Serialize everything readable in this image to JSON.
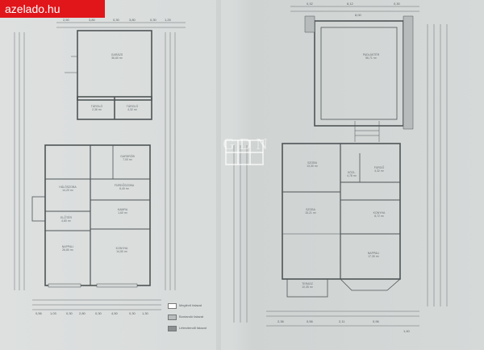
{
  "source_badge": "azelado.hu",
  "watermark": "GDN",
  "left_sheet": {
    "rooms": [
      {
        "key": "garazs",
        "name": "GARÁZS",
        "area": "36,60 m²"
      },
      {
        "key": "tarolo1",
        "name": "TÁROLÓ",
        "area": "2,36 m²"
      },
      {
        "key": "tarolo2",
        "name": "TÁROLÓ",
        "area": "4,32 m²"
      },
      {
        "key": "gardrob",
        "name": "GARDRÓB",
        "area": "7,00 m²"
      },
      {
        "key": "haloszoba",
        "name": "HÁLÓSZOBA",
        "area": "14,20 m²"
      },
      {
        "key": "furdoszoba",
        "name": "FÜRDŐSZOBA",
        "area": "6,40 m²"
      },
      {
        "key": "elotér",
        "name": "ELŐTÉR",
        "area": "4,80 m²"
      },
      {
        "key": "kamra",
        "name": "KAMRA",
        "area": "1,60 m²"
      },
      {
        "key": "nappali",
        "name": "NAPPALI",
        "area": "26,80 m²"
      },
      {
        "key": "konyha",
        "name": "KONYHA",
        "area": "14,50 m²"
      }
    ]
  },
  "right_sheet": {
    "rooms": [
      {
        "key": "padlaster",
        "name": "PADLÁSTÉR",
        "area": "56,71 m²"
      },
      {
        "key": "szoba1",
        "name": "SZOBA",
        "area": "13,30 m²"
      },
      {
        "key": "kozl",
        "name": "KÖZL.",
        "area": "4,78 m²"
      },
      {
        "key": "szoba2",
        "name": "SZOBA",
        "area": "15,21 m²"
      },
      {
        "key": "furdo",
        "name": "FÜRDŐ",
        "area": "4,32 m²"
      },
      {
        "key": "konyha2",
        "name": "KONYHA",
        "area": "8,72 m²"
      },
      {
        "key": "nappali2",
        "name": "NAPPALI",
        "area": "17,30 m²"
      },
      {
        "key": "terasz",
        "name": "TERASZ",
        "area": "10,35 m²"
      }
    ]
  },
  "legend": [
    {
      "label": "Meglévő falazat",
      "fill": "#ffffff"
    },
    {
      "label": "Bontandó falazat",
      "fill": "#b8bcbd"
    },
    {
      "label": "Létesítendő falazat",
      "fill": "#8c9091"
    }
  ],
  "dimensions": {
    "top_left": [
      "2,50",
      "3,80",
      "0,30",
      "3,80",
      "0,30",
      "1,25"
    ],
    "top_right": [
      "8,12",
      "0,30",
      "0,32",
      "8,00"
    ],
    "bottom_left": [
      "0,56",
      "1,03",
      "0,30",
      "2,80",
      "0,30",
      "4,50",
      "0,30",
      "1,30"
    ],
    "bottom_right": [
      "2,36",
      "0,56",
      "2,11",
      "0,96",
      "1,40"
    ]
  },
  "colors": {
    "badge": "#e0161a",
    "line": "#4d5153",
    "paper": "#dadedd"
  }
}
